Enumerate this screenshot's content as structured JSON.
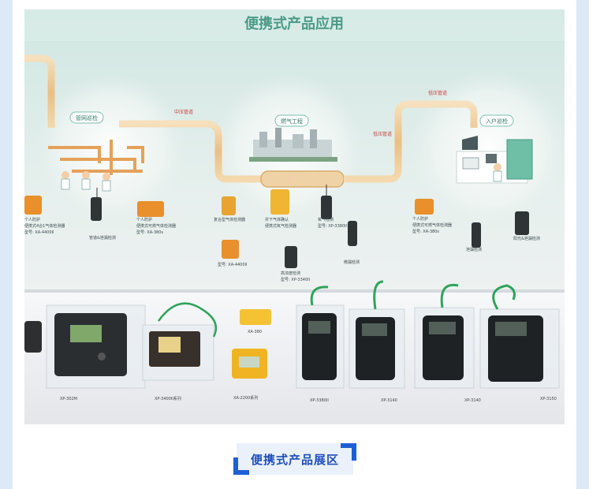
{
  "photo": {
    "title": "便携式产品应用",
    "scene_labels": [
      {
        "key": "pipe",
        "text": "管网巡检"
      },
      {
        "key": "gas",
        "text": "燃气工程"
      },
      {
        "key": "home",
        "text": "入户巡检"
      }
    ],
    "pipe_labels": {
      "mid": "中压管道",
      "low1": "低压管道",
      "low2": "低压管道"
    },
    "product_labels": [
      {
        "key": "p1",
        "text": "个人防护"
      },
      {
        "key": "p2",
        "text": "便携式4合1气体检测器"
      },
      {
        "key": "p3",
        "text": "型号: XA-4400II"
      },
      {
        "key": "p4",
        "text": "管道&泄漏检测"
      },
      {
        "key": "p5",
        "text": "个人防护"
      },
      {
        "key": "p6",
        "text": "便携式可燃气体检测器"
      },
      {
        "key": "p7",
        "text": "型号: XA-380s"
      },
      {
        "key": "p8",
        "text": "复合型气体检测器"
      },
      {
        "key": "p9",
        "text": "井下气体确认"
      },
      {
        "key": "p10",
        "text": "便携式氧气检测器"
      },
      {
        "key": "p11",
        "text": "氧气检测"
      },
      {
        "key": "p12",
        "text": "型号: XP-3380II"
      },
      {
        "key": "p13",
        "text": "型号: XA-4400II"
      },
      {
        "key": "p14",
        "text": "高浓度检测"
      },
      {
        "key": "p15",
        "text": "型号: XP-3340II"
      },
      {
        "key": "p16",
        "text": "微漏检测"
      },
      {
        "key": "p17",
        "text": "个人防护"
      },
      {
        "key": "p18",
        "text": "便携式可燃气体检测器"
      },
      {
        "key": "p19",
        "text": "型号: XA-380s"
      },
      {
        "key": "p20",
        "text": "泄漏检测"
      },
      {
        "key": "p21",
        "text": "阳光&泄漏检测"
      }
    ],
    "display_tags": [
      "XP-302M",
      "XP-3400II系列",
      "XA-380",
      "XA-2200系列",
      "XP-3380II",
      "XP-3140",
      "XP-3140",
      "XP-3150"
    ]
  },
  "caption": "便携式产品展区",
  "colors": {
    "accent": "#1f5fd6",
    "caption_text": "#1f4fb8",
    "caption_bg": "#eaf1fb",
    "page_bg": "#dde9f6"
  }
}
